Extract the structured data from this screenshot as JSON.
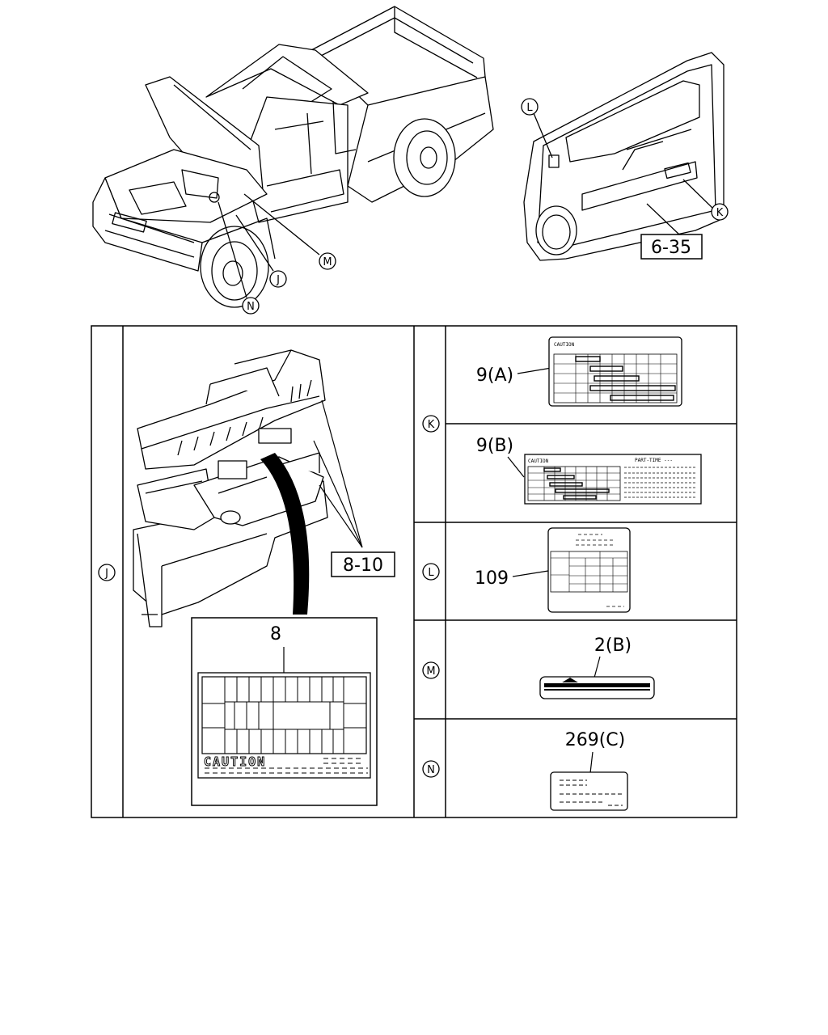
{
  "callouts": {
    "J": "J",
    "K": "K",
    "L": "L",
    "M": "M",
    "N": "N"
  },
  "part_refs": {
    "door_panel_ref": "6-35",
    "fuse_box_ref": "8-10"
  },
  "parts": {
    "fuse_label_no": "8",
    "label_9a": "9(A)",
    "label_9b": "9(B)",
    "label_109": "109",
    "label_2b": "2(B)",
    "label_269c": "269(C)"
  },
  "label_text": {
    "caution": "CAUTION",
    "part_time": "PART-TIME ---"
  }
}
